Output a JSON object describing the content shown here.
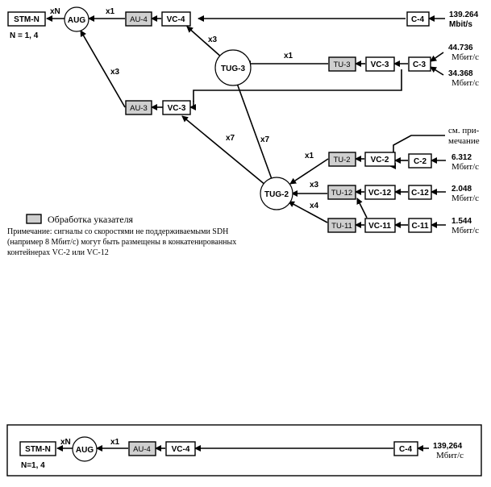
{
  "diagram_top": {
    "nodes": {
      "stm_n": "STM-N",
      "aug": "AUG",
      "au4": "AU-4",
      "vc4": "VC-4",
      "c4": "C-4",
      "tug3": "TUG-3",
      "tu3": "TU-3",
      "vc3_right": "VC-3",
      "c3": "C-3",
      "au3": "AU-3",
      "vc3_left": "VC-3",
      "tug2": "TUG-2",
      "tu2": "TU-2",
      "vc2": "VC-2",
      "c2": "C-2",
      "tu12": "TU-12",
      "vc12": "VC-12",
      "c12": "C-12",
      "tu11": "TU-11",
      "vc11": "VC-11",
      "c11": "C-11"
    },
    "multipliers": {
      "aug_stm": "xN",
      "au4_aug": "x1",
      "tug3_vc4": "x3",
      "tu3_tug3": "x1",
      "au3_aug": "x3",
      "tug2_vc3": "x7",
      "tug2_tug3": "x7",
      "tu2_tug2": "x1",
      "tu12_tug2": "x3",
      "tu11_tug2": "x4"
    },
    "n_note": "N = 1, 4",
    "rates": {
      "c4_value": "139.264",
      "c4_unit": "Mbit/s",
      "c3a_value": "44.736",
      "c3a_unit": "Мбит/с",
      "c3b_value": "34.368",
      "c3b_unit": "Мбит/с",
      "see_note_1": "см. при-",
      "see_note_2": "мечание",
      "c2_value": "6.312",
      "c2_unit": "Мбит/с",
      "c12_value": "2.048",
      "c12_unit": "Mбит/с",
      "c11_value": "1.544",
      "c11_unit": "Мбит/с"
    },
    "legend": "Обработка указателя",
    "note_lines": [
      "Примечание: сигналы со скоростями не поддерживаемыми SDH",
      "(например 8 Мбит/с) могут быть размещены в конкатенированных",
      "контейнерах VC-2 или VC-12"
    ]
  },
  "diagram_bottom": {
    "stm_n": "STM-N",
    "aug": "AUG",
    "au4": "AU-4",
    "vc4": "VC-4",
    "c4": "C-4",
    "mult_aug": "xN",
    "mult_au4": "x1",
    "n_note": "N=1, 4",
    "rate_value": "139,264",
    "rate_unit": "Мбит/с"
  },
  "colors": {
    "pointer_processing_fill": "#cfcfcf",
    "line": "#000000"
  }
}
